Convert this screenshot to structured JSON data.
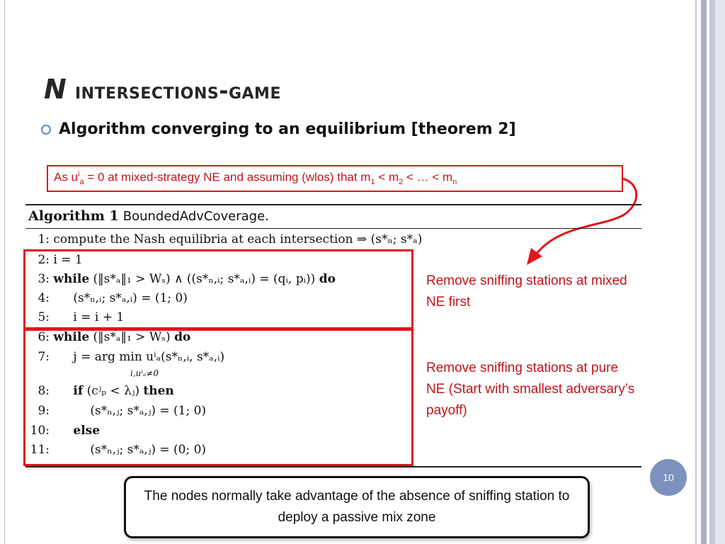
{
  "slide": {
    "title_n": "N",
    "title_rest": "intersections-game",
    "bullet": "Algorithm  converging to an equilibrium [theorem 2]",
    "note": {
      "p1": "As u",
      "sup_i": "i",
      "sub_a": "a",
      "p2": " = 0 at mixed-strategy NE and assuming (wlos) that m",
      "sub1": "1",
      "p3": " < m",
      "sub2": "2",
      "p4": " < … < m",
      "subn": "n"
    },
    "algorithm": {
      "label": "Algorithm 1",
      "name": "BoundedAdvCoverage.",
      "lines": [
        {
          "num": "1:",
          "text": "compute the Nash equilibria at each intersection ⇒ (s*ₙ; s*ₐ)"
        },
        {
          "num": "2:",
          "text": "i = 1"
        },
        {
          "num": "3:",
          "kw": "while",
          "text": "(‖s*ₐ‖₁ > Wₛ) ∧ ((s*ₙ,ᵢ; s*ₐ,ᵢ) = (qᵢ, pᵢ))",
          "kw2": "do"
        },
        {
          "num": "4:",
          "text": "(s*ₙ,ᵢ; s*ₐ,ᵢ) = (1; 0)"
        },
        {
          "num": "5:",
          "text": "i = i + 1"
        },
        {
          "num": "6:",
          "kw": "while",
          "text": "(‖s*ₐ‖₁ > Wₛ)",
          "kw2": "do"
        },
        {
          "num": "7:",
          "text": "j = arg min uⁱₐ(s*ₙ,ᵢ, s*ₐ,ᵢ)"
        },
        {
          "num": "8:",
          "kw": "if",
          "text": "(cʲₚ < λⱼ)",
          "kw2": "then"
        },
        {
          "num": "9:",
          "text": "(s*ₙ,ⱼ; s*ₐ,ⱼ) = (1; 0)"
        },
        {
          "num": "10:",
          "kw": "else",
          "text": ""
        },
        {
          "num": "11:",
          "text": "(s*ₙ,ⱼ; s*ₐ,ⱼ) = (0; 0)"
        }
      ],
      "argmin_subscript": "i,uⁱₐ≠0"
    },
    "annotation1": "Remove sniffing stations at mixed NE first",
    "annotation2": "Remove sniffing stations at pure NE (Start with smallest adversary’s payoff)",
    "page_number": "10",
    "footer": "The nodes normally take advantage of the absence of sniffing station to deploy a passive mix zone",
    "colors": {
      "accent_red": "#e3141b",
      "badge": "#7d91bf",
      "bullet": "#5a8ac6"
    }
  }
}
